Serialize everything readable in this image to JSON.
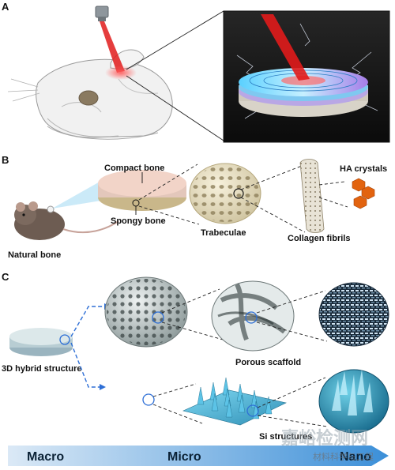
{
  "panels": {
    "a": {
      "letter": "A"
    },
    "b": {
      "letter": "B",
      "labels": {
        "compact_bone": "Compact bone",
        "spongy_bone": "Spongy bone",
        "natural_bone": "Natural bone",
        "trabeculae": "Trabeculae",
        "collagen_fibrils": "Collagen fibrils",
        "ha_crystals": "HA crystals"
      }
    },
    "c": {
      "letter": "C",
      "labels": {
        "hybrid_structure": "3D hybrid structure",
        "porous_scaffold": "Porous scaffold",
        "si_structures": "Si structures"
      }
    }
  },
  "scale_bar": {
    "macro": "Macro",
    "micro": "Micro",
    "nano": "Nano"
  },
  "watermark": {
    "text": "嘉峪检测网",
    "sub": "材料科学与工程"
  },
  "colors": {
    "laser": "#e11b1b",
    "arrow_blue": "#2e6fd6",
    "scale_gradient_start": "#dbe9f6",
    "scale_gradient_end": "#3b8fd8"
  }
}
